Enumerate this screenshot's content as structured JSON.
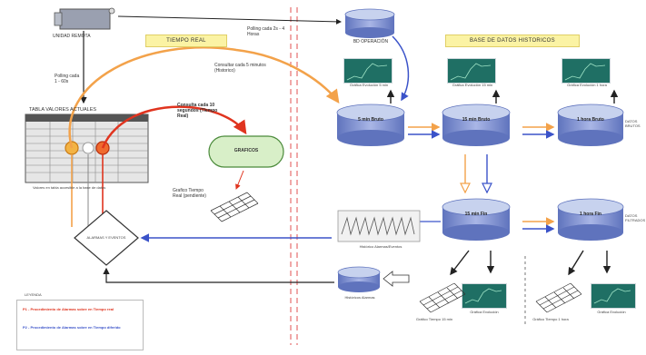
{
  "left": {
    "remote_unit": "UNIDAD REMOTA",
    "realtime_label": "TIEMPO REAL",
    "polling_main": "Polling cada 2s - 4 Horas",
    "polling_left": "Polling cada 1 - 60s",
    "table_title": "TABLA VALORES ACTUALES",
    "table_note": "Valores en tabla accesible a la base de datos",
    "consult_orange": "Consultar cada 5 minutos (Historico)",
    "consult_red": "Consulta cada 10 segundos (Tiempo Real)",
    "graphics_box": "GRAFICOS",
    "graph_realtime": "Grafico Tiempo Real (pendiente)",
    "decision": "ALARMAS Y EVENTOS"
  },
  "right": {
    "historic_label": "BASE DE DATOS HISTORICOS",
    "db_top": "BD OPERACIÓN",
    "chart_caption": "Gráfica Evolución 5 min",
    "chart_caption_15": "Gráfica Evolución 15 min",
    "chart_caption_1h": "Gráfica Evolución 1 hora",
    "cyl_5min": "5 min Bruto",
    "cyl_15min": "15 min Bruto",
    "cyl_1h": "1 hora Bruto",
    "cyl_15fin": "15 min Fin",
    "cyl_1hfin": "1 hora Fin",
    "side_1h": "DATOS BRUTOS",
    "side_1hfin": "DATOS FILTRADOS",
    "report": "Histórico Alarmas/Eventos",
    "small_db": "Históricos Alarmas",
    "sub_15fin_a": "Gráfico Tiempo 15 min",
    "sub_15fin_b": "Gráfica Evolución",
    "sub_1hfin_a": "Gráfico Tiempo 1 hora",
    "sub_1hfin_b": "Gráfica Evolución"
  },
  "legend": {
    "title": "LEYENDA",
    "item1": "P1 - Procedimiento de Alarmas sobre en Tiempo real",
    "item2": "P2 - Procedimiento de Alarmas sobre en Tiempo diferido"
  },
  "colors": {
    "orange": "#f3a24a",
    "red": "#e0341f",
    "blue": "#3b53c9",
    "dashed_divider": "#e05252",
    "cylinder_top": "#c7d2ee",
    "cylinder_body": "#7f91d0"
  }
}
